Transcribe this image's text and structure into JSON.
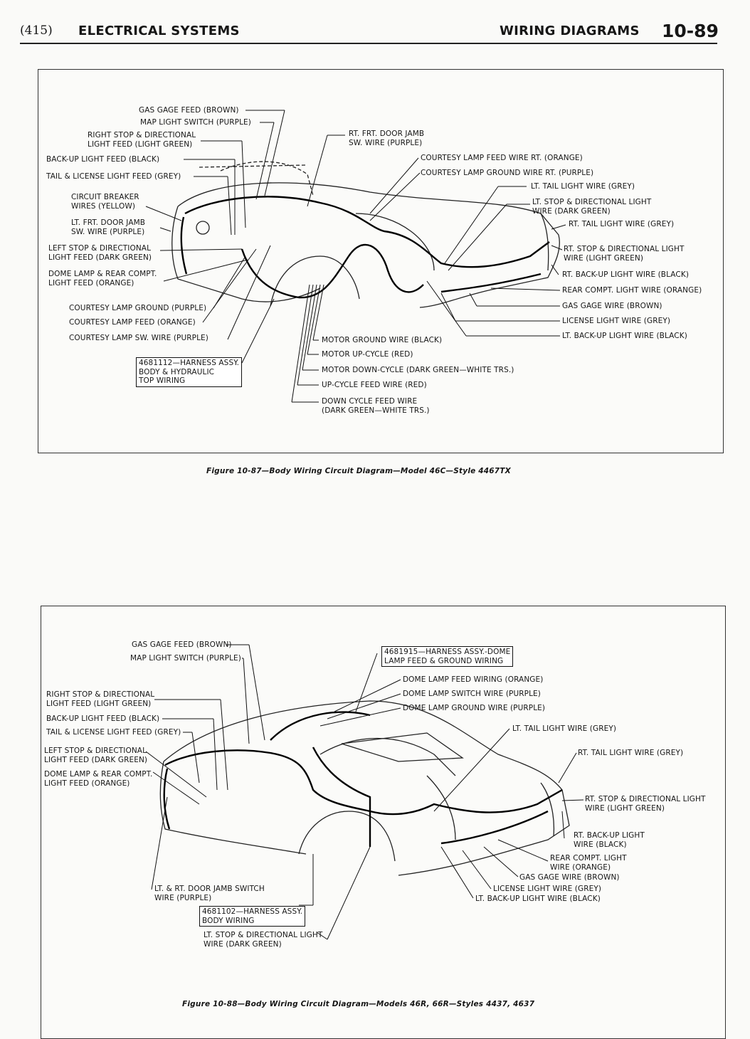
{
  "header": {
    "page_ref": "(415)",
    "section": "ELECTRICAL SYSTEMS",
    "subsection": "WIRING DIAGRAMS",
    "page_number": "10-89"
  },
  "figure1": {
    "caption": "Figure 10-87—Body Wiring Circuit Diagram—Model 46C—Style 4467TX",
    "harness_box": "4681112—HARNESS ASSY.\nBODY & HYDRAULIC\nTOP WIRING",
    "labels": {
      "gas_gage_feed": "GAS GAGE FEED (BROWN)",
      "map_light_switch": "MAP LIGHT SWITCH (PURPLE)",
      "right_stop_directional": "RIGHT STOP & DIRECTIONAL\nLIGHT FEED (LIGHT GREEN)",
      "back_up_light_feed": "BACK-UP LIGHT FEED (BLACK)",
      "tail_license_light_feed": "TAIL & LICENSE LIGHT FEED (GREY)",
      "circuit_breaker_wires": "CIRCUIT BREAKER\nWIRES (YELLOW)",
      "lt_frt_door_jamb": "LT. FRT. DOOR JAMB\nSW. WIRE (PURPLE)",
      "left_stop_directional": "LEFT STOP & DIRECTIONAL\nLIGHT FEED (DARK GREEN)",
      "dome_lamp_rear_compt": "DOME LAMP & REAR COMPT.\nLIGHT FEED (ORANGE)",
      "courtesy_lamp_ground": "COURTESY LAMP GROUND (PURPLE)",
      "courtesy_lamp_feed": "COURTESY LAMP FEED (ORANGE)",
      "courtesy_lamp_sw_wire": "COURTESY LAMP SW. WIRE (PURPLE)",
      "rt_frt_door_jamb": "RT. FRT. DOOR JAMB\nSW. WIRE (PURPLE)",
      "courtesy_lamp_feed_rt": "COURTESY LAMP FEED WIRE RT. (ORANGE)",
      "courtesy_lamp_ground_rt": "COURTESY LAMP GROUND WIRE RT. (PURPLE)",
      "lt_tail_light_wire": "LT. TAIL LIGHT WIRE (GREY)",
      "lt_stop_directional_wire": "LT. STOP & DIRECTIONAL LIGHT\nWIRE (DARK GREEN)",
      "rt_tail_light_wire": "RT. TAIL LIGHT WIRE (GREY)",
      "rt_stop_directional_wire": "RT. STOP & DIRECTIONAL LIGHT\nWIRE (LIGHT GREEN)",
      "rt_back_up_light_wire": "RT. BACK-UP LIGHT WIRE (BLACK)",
      "rear_compt_light_wire": "REAR COMPT. LIGHT WIRE (ORANGE)",
      "gas_gage_wire": "GAS GAGE WIRE (BROWN)",
      "license_light_wire": "LICENSE LIGHT WIRE (GREY)",
      "lt_back_up_light_wire": "LT. BACK-UP LIGHT WIRE (BLACK)",
      "motor_ground_wire": "MOTOR GROUND WIRE (BLACK)",
      "motor_up_cycle": "MOTOR UP-CYCLE (RED)",
      "motor_down_cycle": "MOTOR DOWN-CYCLE (DARK GREEN—WHITE TRS.)",
      "up_cycle_feed_wire": "UP-CYCLE FEED WIRE (RED)",
      "down_cycle_feed_wire": "DOWN CYCLE FEED WIRE\n(DARK GREEN—WHITE TRS.)"
    }
  },
  "figure2": {
    "caption": "Figure 10-88—Body Wiring Circuit Diagram—Models 46R, 66R—Styles 4437, 4637",
    "harness_box_dome": "4681915—HARNESS ASSY.-DOME\nLAMP FEED & GROUND WIRING",
    "harness_box_body": "4681102—HARNESS ASSY.\nBODY WIRING",
    "labels": {
      "gas_gage_feed": "GAS GAGE FEED (BROWN)",
      "map_light_switch": "MAP LIGHT SWITCH (PURPLE)",
      "right_stop_directional": "RIGHT STOP & DIRECTIONAL\nLIGHT FEED (LIGHT GREEN)",
      "back_up_light_feed": "BACK-UP LIGHT FEED (BLACK)",
      "tail_license_light_feed": "TAIL & LICENSE LIGHT FEED (GREY)",
      "left_stop_directional": "LEFT STOP & DIRECTIONAL\nLIGHT FEED (DARK GREEN)",
      "dome_lamp_rear_compt": "DOME LAMP & REAR COMPT.\nLIGHT FEED (ORANGE)",
      "dome_lamp_feed_wiring": "DOME LAMP FEED WIRING (ORANGE)",
      "dome_lamp_switch_wire": "DOME LAMP SWITCH WIRE (PURPLE)",
      "dome_lamp_ground_wire": "DOME LAMP GROUND WIRE (PURPLE)",
      "lt_tail_light_wire": "LT. TAIL LIGHT WIRE (GREY)",
      "rt_tail_light_wire": "RT. TAIL LIGHT WIRE (GREY)",
      "rt_stop_directional_wire": "RT. STOP & DIRECTIONAL LIGHT\nWIRE (LIGHT GREEN)",
      "rt_back_up_light": "RT. BACK-UP LIGHT\nWIRE (BLACK)",
      "rear_compt_light": "REAR COMPT. LIGHT\nWIRE (ORANGE)",
      "gas_gage_wire": "GAS GAGE WIRE (BROWN)",
      "license_light_wire": "LICENSE LIGHT WIRE (GREY)",
      "lt_back_up_light_wire": "LT. BACK-UP LIGHT WIRE (BLACK)",
      "door_jamb_switch": "LT. & RT. DOOR JAMB SWITCH\nWIRE (PURPLE)",
      "lt_stop_directional_wire": "LT. STOP & DIRECTIONAL LIGHT\nWIRE (DARK GREEN)"
    }
  }
}
